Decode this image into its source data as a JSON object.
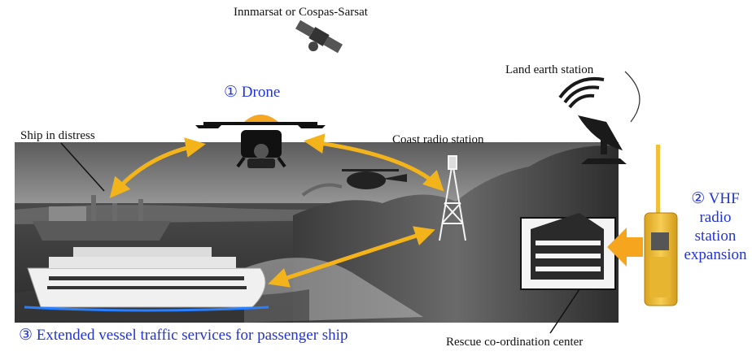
{
  "labels": {
    "satellite": "Innmarsat or Cospas-Sarsat",
    "drone": "① Drone",
    "land_earth_station": "Land earth station",
    "ship_in_distress": "Ship in distress",
    "coast_radio_station": "Coast radio station",
    "vhf_line1": "② VHF",
    "vhf_line2": "radio",
    "vhf_line3": "station",
    "vhf_line4": "expansion",
    "vts": "③ Extended vessel traffic services for passenger ship",
    "rescue_center": "Rescue co-ordination center"
  },
  "colors": {
    "link_arrow": "#f3b41b",
    "label_blue": "#2233dd",
    "radio_body": "#f1c03a"
  }
}
